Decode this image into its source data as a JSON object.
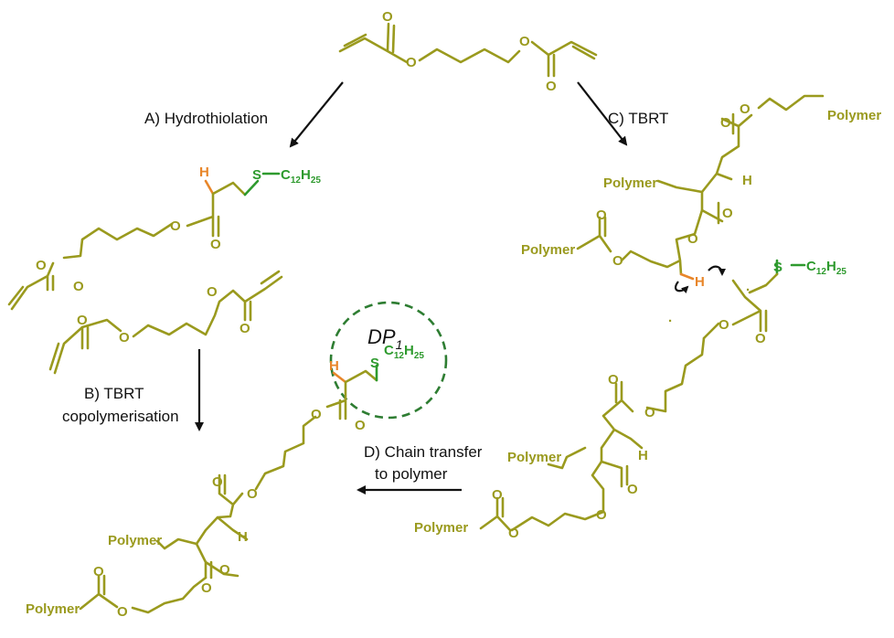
{
  "steps": {
    "a": "A) Hydrothiolation",
    "b_line1": "B) TBRT",
    "b_line2": "copolymerisation",
    "c": "C) TBRT",
    "d_line1": "D) Chain transfer",
    "d_line2": "to polymer"
  },
  "atoms": {
    "oxygen": "O",
    "hydrogen": "H",
    "sulfur": "S",
    "polymer": "Polymer",
    "carbon": "C",
    "c_count": "12",
    "h_count": "25",
    "bond_dash": "—",
    "radical_dot": "·"
  },
  "dp_label": {
    "main": "DP",
    "sub": "1"
  },
  "colors": {
    "backbone": "#9a9a1e",
    "transferred_hydrogen": "#e8862a",
    "thiol_chain": "#2e9a2e",
    "dp_circle": "#2e7d32",
    "arrows": "#111111"
  }
}
